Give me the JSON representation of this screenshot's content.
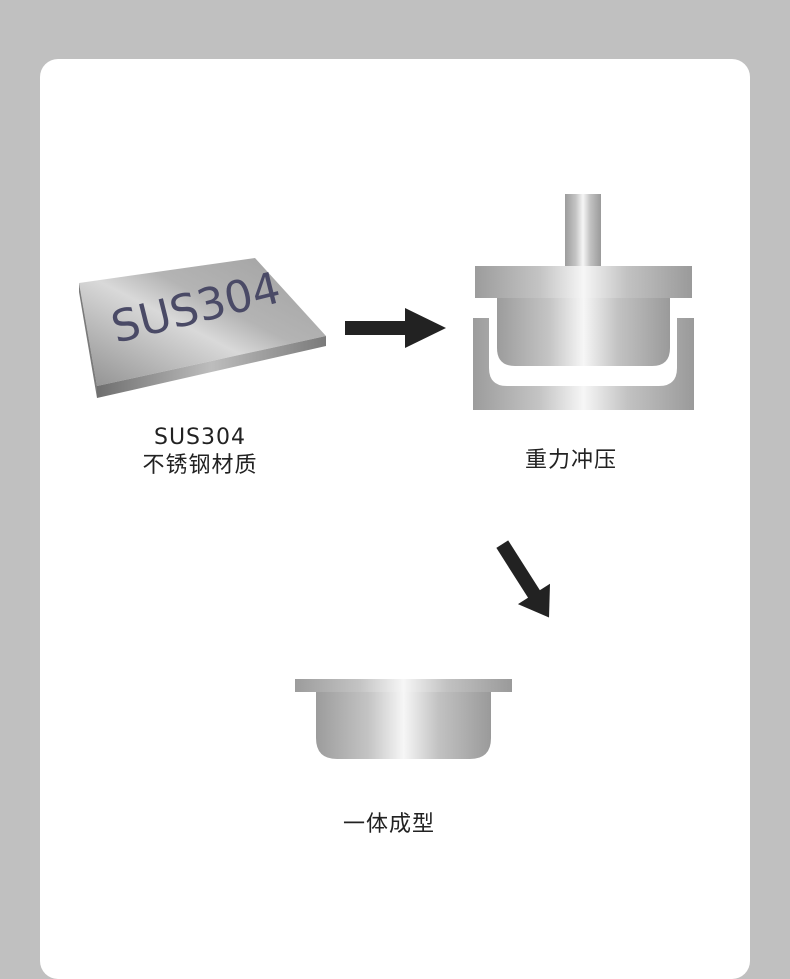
{
  "plate": {
    "engraving": "SUS304"
  },
  "steps": [
    {
      "title": "SUS304",
      "subtitle": "不锈钢材质"
    },
    {
      "title": "重力冲压"
    },
    {
      "title": "一体成型"
    }
  ],
  "colors": {
    "background": "#c0c0c0",
    "card": "#ffffff",
    "arrow": "#222222",
    "text": "#222222",
    "engraving": "#4a4a66"
  }
}
